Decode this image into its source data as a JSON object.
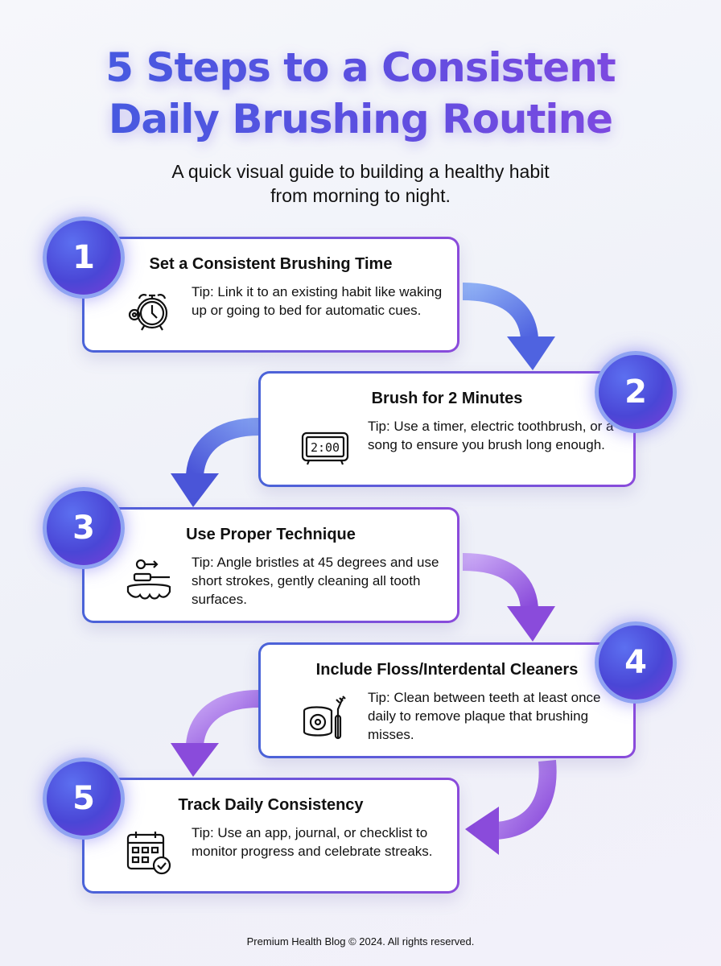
{
  "title": {
    "line1": "5 Steps to a Consistent",
    "line2": "Daily Brushing Routine"
  },
  "subtitle": {
    "line1": "A quick visual guide to building a healthy habit",
    "line2": "from morning to night."
  },
  "colors": {
    "accent_blue": "#4a63d8",
    "accent_purple": "#8a4bdb"
  },
  "steps": [
    {
      "number": "1",
      "title": "Set a Consistent Brushing Time",
      "tip": "Tip: Link it to an existing habit like waking up or going to bed for automatic cues.",
      "icon": "alarm-clock-gear-icon"
    },
    {
      "number": "2",
      "title": "Brush for 2 Minutes",
      "tip": "Tip: Use a timer, electric toothbrush, or a song to ensure you brush long enough.",
      "icon": "digital-timer-icon",
      "timer_text": "2:00"
    },
    {
      "number": "3",
      "title": "Use Proper Technique",
      "tip": "Tip: Angle bristles at 45 degrees and use short strokes, gently cleaning all tooth surfaces.",
      "icon": "toothbrush-teeth-icon"
    },
    {
      "number": "4",
      "title": "Include Floss/Interdental Cleaners",
      "tip": "Tip: Clean between teeth at least once daily to remove plaque that brushing misses.",
      "icon": "floss-interdental-brush-icon"
    },
    {
      "number": "5",
      "title": "Track Daily Consistency",
      "tip": "Tip: Use an app, journal, or checklist to monitor progress and celebrate streaks.",
      "icon": "calendar-check-icon"
    }
  ],
  "footer": "Premium Health Blog © 2024. All rights reserved."
}
